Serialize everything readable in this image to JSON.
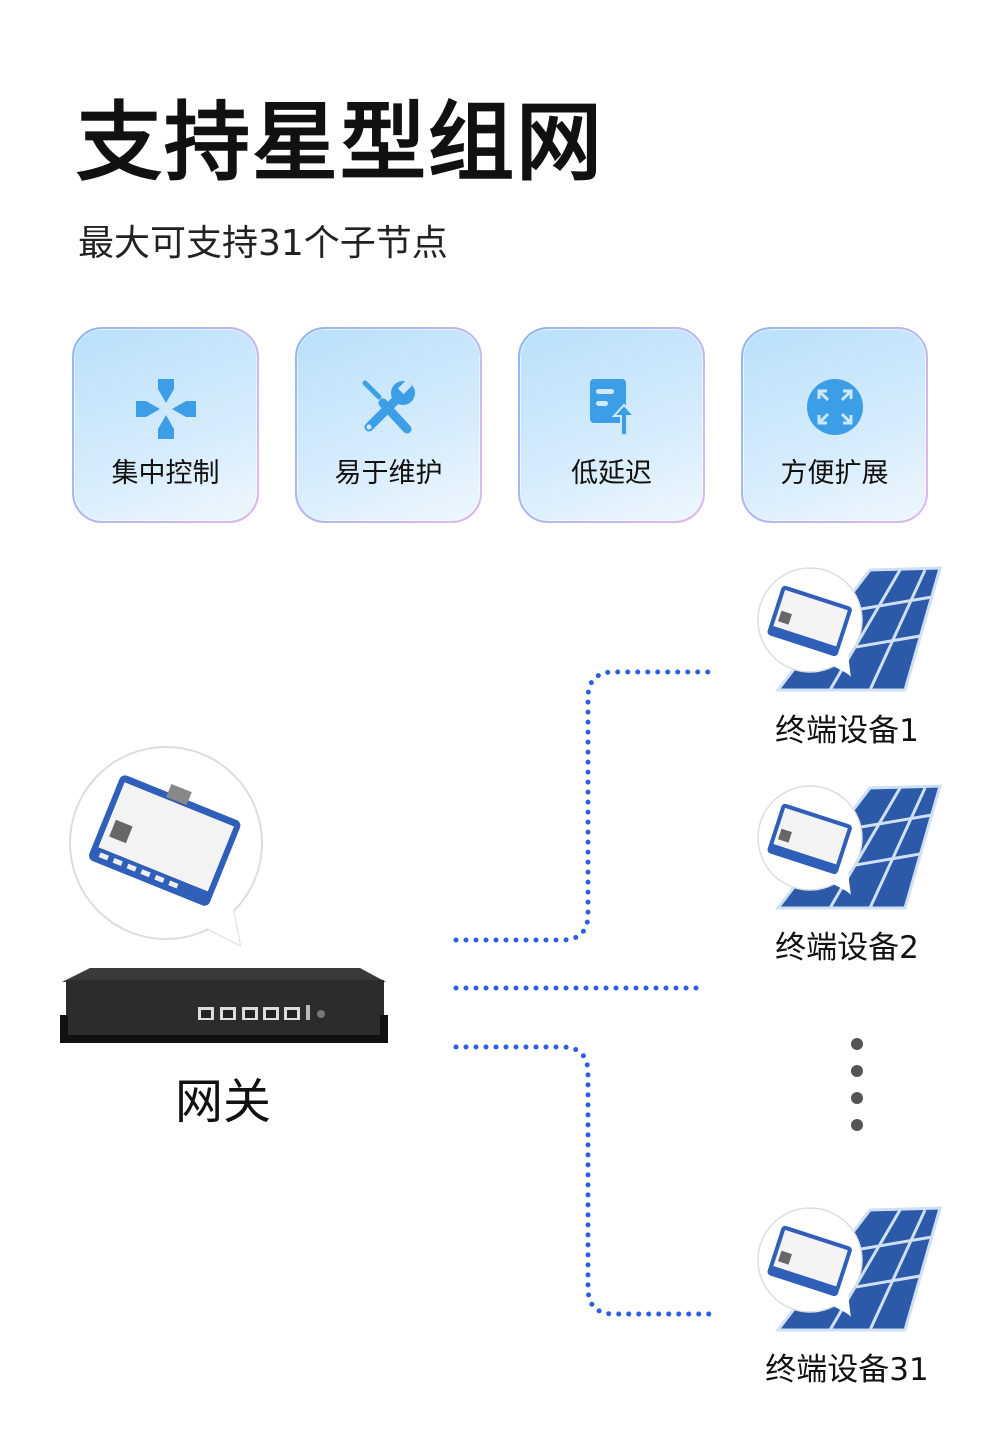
{
  "header": {
    "title": "支持星型组网",
    "subtitle": "最大可支持31个子节点"
  },
  "features": [
    {
      "label": "集中控制",
      "icon": "four-arrows-icon"
    },
    {
      "label": "易于维护",
      "icon": "wrench-screwdriver-icon"
    },
    {
      "label": "低延迟",
      "icon": "document-upload-icon"
    },
    {
      "label": "方便扩展",
      "icon": "expand-arrows-icon"
    }
  ],
  "gateway": {
    "label": "网关"
  },
  "devices": [
    {
      "label": "终端设备1"
    },
    {
      "label": "终端设备2"
    },
    {
      "label": "终端设备31"
    }
  ],
  "colors": {
    "accent": "#2b5fe3",
    "icon": "#3d9ee8"
  }
}
